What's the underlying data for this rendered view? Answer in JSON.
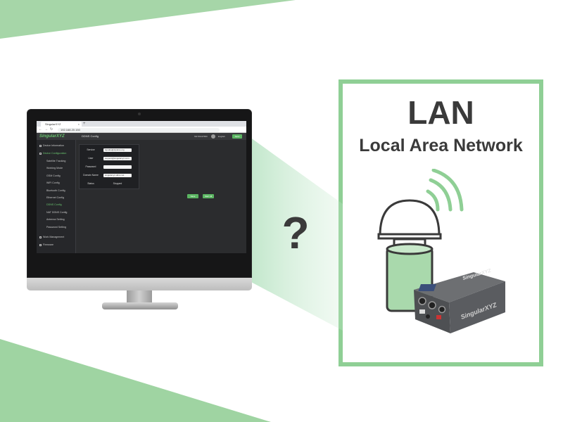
{
  "scene": {
    "lan_title": "LAN",
    "lan_subtitle": "Local Area Network",
    "question_mark": "?",
    "colors": {
      "accent_green": "#8fcf95",
      "band_green": "#9fd4a2",
      "text_dark": "#3a3a3a",
      "app_green": "#5bb562"
    },
    "icons": [
      "monitor-icon",
      "antenna-icon",
      "wifi-signal-icon",
      "receiver-device-icon"
    ]
  },
  "monitor_screen": {
    "browser_tab_title": "SingularXYZ",
    "tab_close_glyph": "×",
    "new_tab_glyph": "+",
    "nav_glyphs": [
      "←",
      "→",
      "↻"
    ],
    "url": "192.168.20.150",
    "app_logo": "SingularXYZ",
    "header_title": "DDNS Config",
    "header_sn": "SN:5X247683",
    "header_language": "English",
    "header_button": "Save",
    "sidebar": {
      "items": [
        {
          "label": "Device Information",
          "level": 0,
          "active": false
        },
        {
          "label": "Device Configuration",
          "level": 0,
          "active": true
        },
        {
          "label": "Satellite Tracking",
          "level": 1,
          "active": false
        },
        {
          "label": "Working Mode",
          "level": 1,
          "active": false
        },
        {
          "label": "GSM Config",
          "level": 1,
          "active": false
        },
        {
          "label": "WiFi Config",
          "level": 1,
          "active": false
        },
        {
          "label": "Bluetooth Config",
          "level": 1,
          "active": false
        },
        {
          "label": "Ethernet Config",
          "level": 1,
          "active": false
        },
        {
          "label": "DDNS Config",
          "level": 1,
          "active": true
        },
        {
          "label": "NAT DDNS Config",
          "level": 1,
          "active": false
        },
        {
          "label": "Antenna Setting",
          "level": 1,
          "active": false
        },
        {
          "label": "Password Setting",
          "level": 1,
          "active": false
        },
        {
          "label": "Work Management",
          "level": 0,
          "active": false
        },
        {
          "label": "Firmware",
          "level": 0,
          "active": false
        }
      ]
    },
    "form": {
      "fields": [
        {
          "label": "Service",
          "value": "dyndns@dyndns.org",
          "kind": "input"
        },
        {
          "label": "User",
          "value": "support@singularxyz.com",
          "kind": "input"
        },
        {
          "label": "Password",
          "value": "",
          "kind": "input"
        },
        {
          "label": "Domain Name",
          "value": "singularxyz.ddns.net",
          "kind": "input"
        },
        {
          "label": "Status",
          "value": "Stopped",
          "kind": "text"
        }
      ],
      "buttons": [
        "Save",
        "Start All"
      ]
    }
  },
  "device": {
    "brand_label_top": "SingularXYZ",
    "brand_label_front": "SingularXYZ"
  }
}
